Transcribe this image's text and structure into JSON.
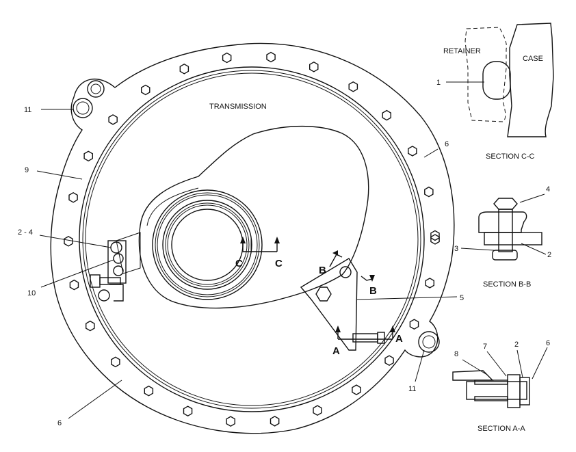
{
  "main_label": "TRANSMISSION",
  "callouts": {
    "c1": "1",
    "c2_4": "2 - 4",
    "c2a": "2",
    "c2b": "2",
    "c3": "3",
    "c4": "4",
    "c5": "5",
    "c6a": "6",
    "c6b": "6",
    "c6c": "6",
    "c7": "7",
    "c8": "8",
    "c9": "9",
    "c10": "10",
    "c11a": "11",
    "c11b": "11"
  },
  "section_markers": {
    "a_left": "A",
    "a_right": "A",
    "b_left": "B",
    "b_right": "B",
    "c_left": "C",
    "c_right": "C"
  },
  "section_cc": {
    "title": "SECTION  C-C",
    "retainer": "RETAINER",
    "case": "CASE"
  },
  "section_bb": {
    "title": "SECTION  B-B"
  },
  "section_aa": {
    "title": "SECTION  A-A"
  }
}
